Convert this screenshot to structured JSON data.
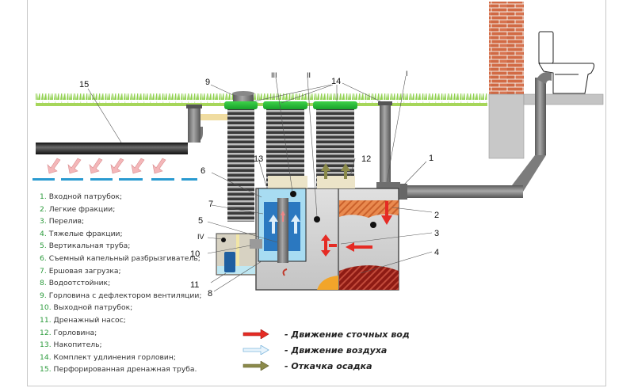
{
  "diagram": {
    "title": "Septic tank system schematic",
    "callouts": {
      "n1": "1",
      "n2": "2",
      "n3": "3",
      "n4": "4",
      "n5": "5",
      "n6": "6",
      "n7": "7",
      "n8": "8",
      "n9": "9",
      "n10": "10",
      "n11": "11",
      "n12": "12",
      "n13": "13",
      "n14": "14",
      "n15": "15",
      "r1": "I",
      "r2": "II",
      "r3": "III",
      "r4": "IV"
    },
    "colors": {
      "grass": "#7cc242",
      "hatch_green": "#27b33a",
      "pipe_gray": "#7a7a7a",
      "brick": "#d26a44",
      "wastewater_arrow": "#e52b24",
      "air_arrow": "#bfe0f5",
      "sludge_arrow": "#8b8a4a",
      "drain_arrow": "#f4b7b9",
      "drain_dash": "#2a9ad0",
      "legend_number": "#2a9a3a"
    }
  },
  "legend": {
    "items": [
      {
        "num": "1.",
        "text": "Входной патрубок;"
      },
      {
        "num": "2.",
        "text": "Легкие фракции;"
      },
      {
        "num": "3.",
        "text": "Перелив;"
      },
      {
        "num": "4.",
        "text": "Тяжелые фракции;"
      },
      {
        "num": "5.",
        "text": "Вертикальная труба;"
      },
      {
        "num": "6.",
        "text": "Съемный капельный разбрызгиватель;"
      },
      {
        "num": "7.",
        "text": "Ершовая загрузка;"
      },
      {
        "num": "8.",
        "text": "Водоотстойник;"
      },
      {
        "num": "9.",
        "text": "Горловина с дефлектором вентиляции;"
      },
      {
        "num": "10.",
        "text": "Выходной патрубок;"
      },
      {
        "num": "11.",
        "text": "Дренажный насос;"
      },
      {
        "num": "12.",
        "text": "Горловина;"
      },
      {
        "num": "13.",
        "text": "Накопитель;"
      },
      {
        "num": "14.",
        "text": "Комплект удлинения горловин;"
      },
      {
        "num": "15.",
        "text": "Перфорированная дренажная труба."
      }
    ]
  },
  "flow_legend": {
    "items": [
      {
        "label": "- Движение сточных вод",
        "arrow": "red-arrow"
      },
      {
        "label": "- Движение воздуха",
        "arrow": "light-blue-arrow"
      },
      {
        "label": "- Откачка осадка",
        "arrow": "olive-arrow"
      }
    ]
  }
}
